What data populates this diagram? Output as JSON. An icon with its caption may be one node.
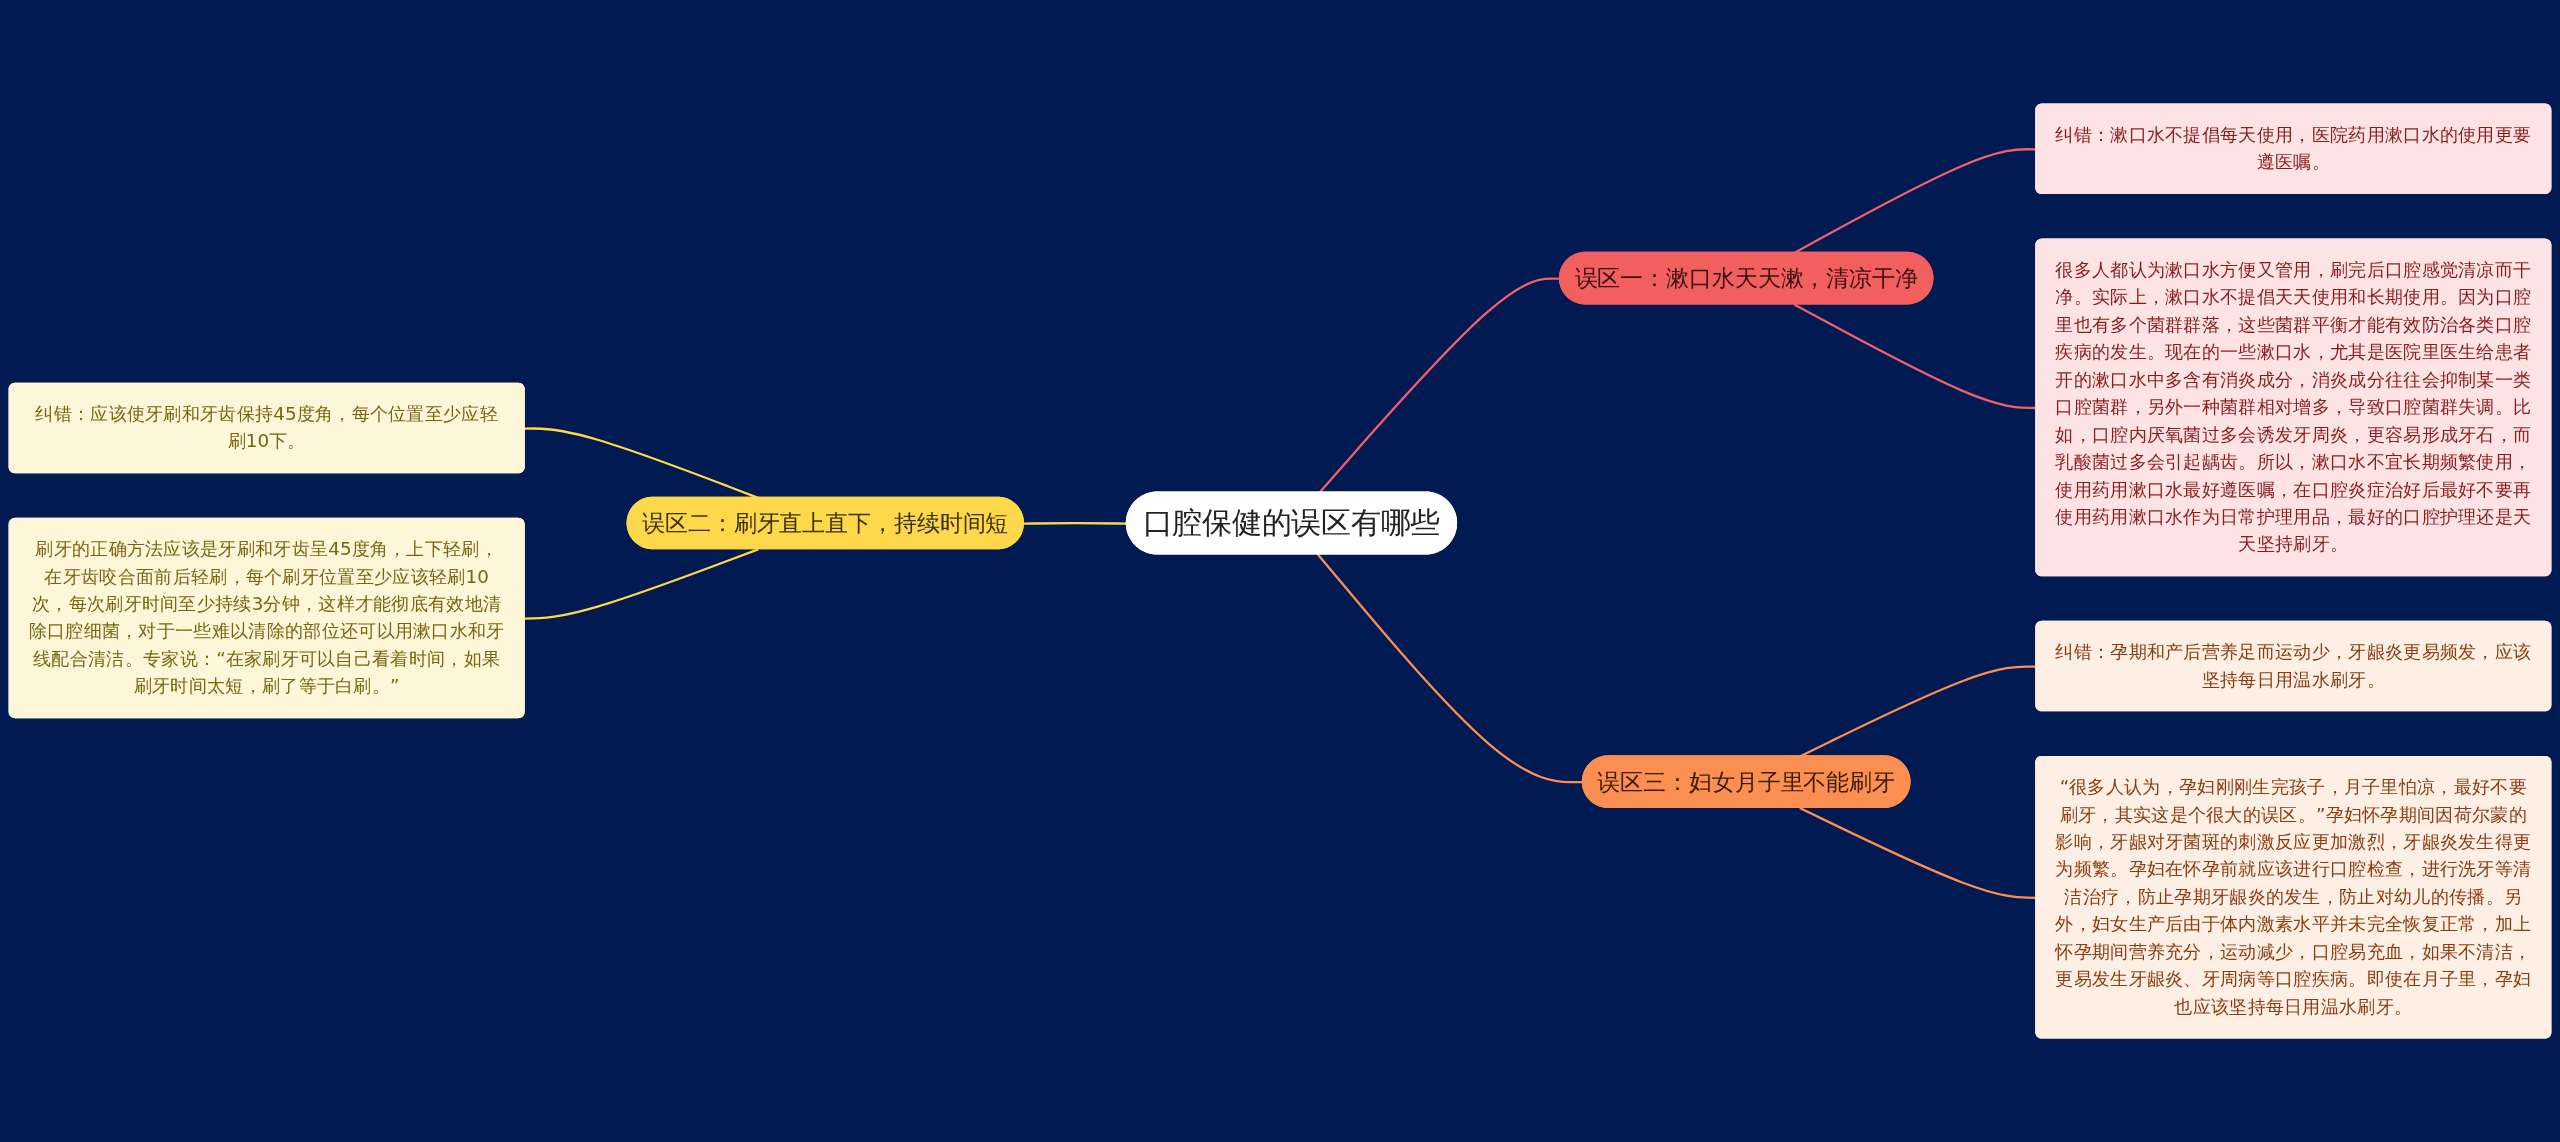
{
  "diagram": {
    "nodes": [
      {
        "text": [
          "口腔保健的误区有哪些"
        ]
      },
      {
        "text": [
          "误区一：漱口水天天漱，清凉干净"
        ]
      },
      {
        "text": [
          "纠错：漱口水不提倡每天使用，医院药用漱口水的使用更要遵医嘱。"
        ]
      },
      {
        "text": [
          "很多人都认为漱口水方便又管用，刷完后口腔感觉清凉而干净。实际上，漱口水不提倡天天使用和长期使用。因为口腔里也有多个菌群群落，这些菌群平衡才能有效防治各类口腔疾病的发生。现在的一些漱口水，尤其是医院里医生给患者开的漱口水中多含有消炎成分，消炎成分往往会抑制某一类口腔菌群，另外一种菌群相对增多，导致口腔菌群失调。比如，口腔内厌氧菌过多会诱发牙周炎，更容易形成牙石，而乳酸菌过多会引起龋齿。所以，漱口水不宜长期频繁使用，使用药用漱口水最好遵医嘱，在口腔炎症治好后最好不要再使用药用漱口水作为日常护理用品，最好的口腔护理还是天天坚持刷牙。"
        ]
      },
      {
        "text": [
          "误区二：刷牙直上直下，持续时间短"
        ]
      },
      {
        "text": [
          "纠错：应该使牙刷和牙齿保持45度角，每个位置至少应轻刷10下。"
        ]
      },
      {
        "text": [
          "刷牙的正确方法应该是牙刷和牙齿呈45度角，上下轻刷，在牙齿咬合面前后轻刷，每个刷牙位置至少应该轻刷10次，每次刷牙时间至少持续3分钟，这样才能彻底有效地清除口腔细菌，对于一些难以清除的部位还可以用漱口水和牙线配合清洁。专家说：“在家刷牙可以自己看着时间，如果刷牙时间太短，刷了等于白刷。”"
        ]
      },
      {
        "text": [
          "误区三：妇女月子里不能刷牙"
        ]
      },
      {
        "text": [
          "纠错：孕期和产后营养足而运动少，牙龈炎更易频发，应该坚持每日用温水刷牙。"
        ]
      },
      {
        "text": [
          "“很多人认为，孕妇刚刚生完孩子，月子里怕凉，最好不要刷牙，其实这是个很大的误区。”孕妇怀孕期间因荷尔蒙的影响，牙龈对牙菌斑的刺激反应更加激烈，牙龈炎发生得更为频繁。孕妇在怀孕前就应该进行口腔检查，进行洗牙等清洁治疗，防止孕期牙龈炎的发生，防止对幼儿的传播。另外，妇女生产后由于体内激素水平并未完全恢复正常，加上怀孕期间营养充分，运动减少，口腔易充血，如果不清洁，更易发生牙龈炎、牙周病等口腔疾病。即使在月子里，孕妇也应该坚持每日用温水刷牙。"
        ]
      }
    ],
    "edges": [
      {
        "from": 0,
        "to": 1,
        "arrow": "none",
        "color": "#f0606a"
      },
      {
        "from": 1,
        "to": 2,
        "arrow": "none",
        "color": "#f0606a"
      },
      {
        "from": 1,
        "to": 3,
        "arrow": "none",
        "color": "#f0606a"
      },
      {
        "from": 0,
        "to": 4,
        "arrow": "none",
        "color": "#fdd84a"
      },
      {
        "from": 4,
        "to": 5,
        "arrow": "none",
        "color": "#fdd84a"
      },
      {
        "from": 4,
        "to": 6,
        "arrow": "none",
        "color": "#fdd84a"
      },
      {
        "from": 0,
        "to": 7,
        "arrow": "none",
        "color": "#fb8f52"
      },
      {
        "from": 7,
        "to": 8,
        "arrow": "none",
        "color": "#fb8f52"
      },
      {
        "from": 7,
        "to": 9,
        "arrow": "none",
        "color": "#fb8f52"
      }
    ]
  }
}
